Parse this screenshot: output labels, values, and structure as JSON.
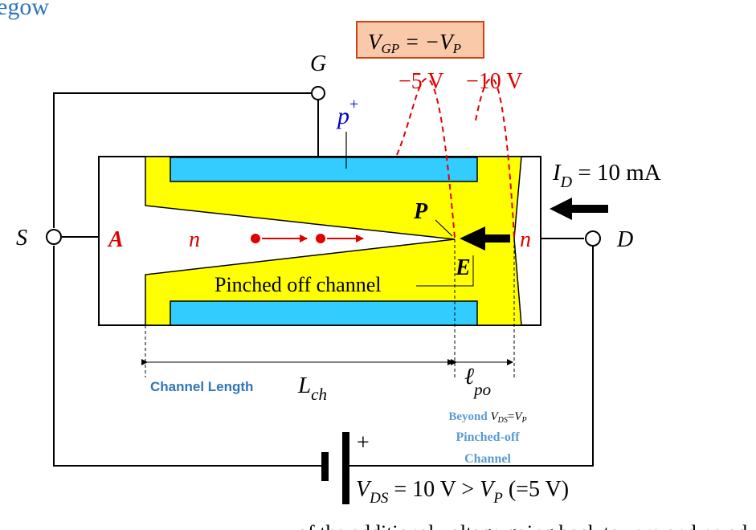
{
  "top_fragment": "egow",
  "callout": {
    "main": "V",
    "sub": "GP",
    "rest": " = −V",
    "sub2": "P"
  },
  "volt_labels": {
    "v1": "−5 V",
    "v2": "−10 V"
  },
  "terminals": {
    "gate": "G",
    "source": "S",
    "drain": "D"
  },
  "p_region": {
    "main": "p",
    "sup": "+"
  },
  "current": {
    "main": "I",
    "sub": "D",
    "rest": " = 10 mA"
  },
  "labels": {
    "A": "A",
    "n_left": "n",
    "n_right": "n",
    "P": "P",
    "E": "E",
    "pinched": "Pinched off channel"
  },
  "channel_length": {
    "caption": "Channel Length",
    "main": "L",
    "sub": "ch"
  },
  "lpo": {
    "main": "ℓ",
    "sub": "po"
  },
  "beyond": {
    "prefix": "Beyond ",
    "v1": "V",
    "v1sub": "DS",
    "eq": "=",
    "v2": "V",
    "v2sub": "P",
    "line2": "Pinched-off",
    "line3": "Channel"
  },
  "battery": {
    "plus": "+",
    "main": "V",
    "sub": "DS",
    "mid": " = 10 V > ",
    "v2": "V",
    "v2sub": "P",
    "tail": " (=5 V)"
  },
  "bottom_fragment": "of the additional voltage going back to zero and no ad",
  "colors": {
    "yellow": "#ffff00",
    "blue": "#33ccff",
    "callout_fill": "#f9c9a9",
    "callout_border": "#d04010",
    "red": "#e00000",
    "label_blue": "#5b9bd5",
    "title_blue": "#2e75b6"
  }
}
